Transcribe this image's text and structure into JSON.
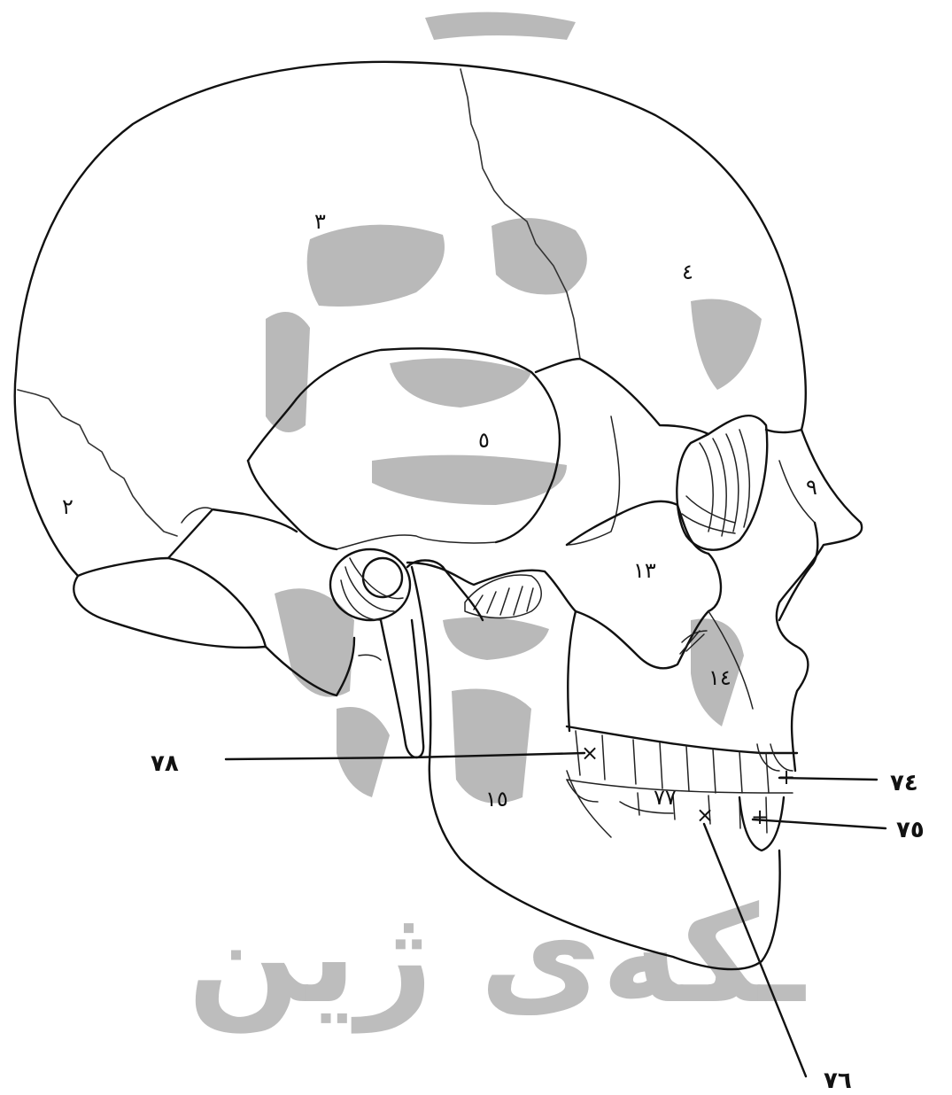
{
  "labels": {
    "parietal": "٣",
    "frontal": "٤",
    "temporal": "٥",
    "occipital": "٢",
    "nasal": "٩",
    "zygomatic": "١٣",
    "maxilla": "١٤",
    "mandible": "١٥",
    "teeth_inner": "٧٧",
    "pointer_78": "٧٨",
    "pointer_74": "٧٤",
    "pointer_75": "٧٥",
    "pointer_76": "٧٦"
  },
  "watermark": {
    "text": "ـکەی ژین",
    "color": "#b9b9b9"
  },
  "colors": {
    "ink": "#111111",
    "background": "#ffffff"
  }
}
